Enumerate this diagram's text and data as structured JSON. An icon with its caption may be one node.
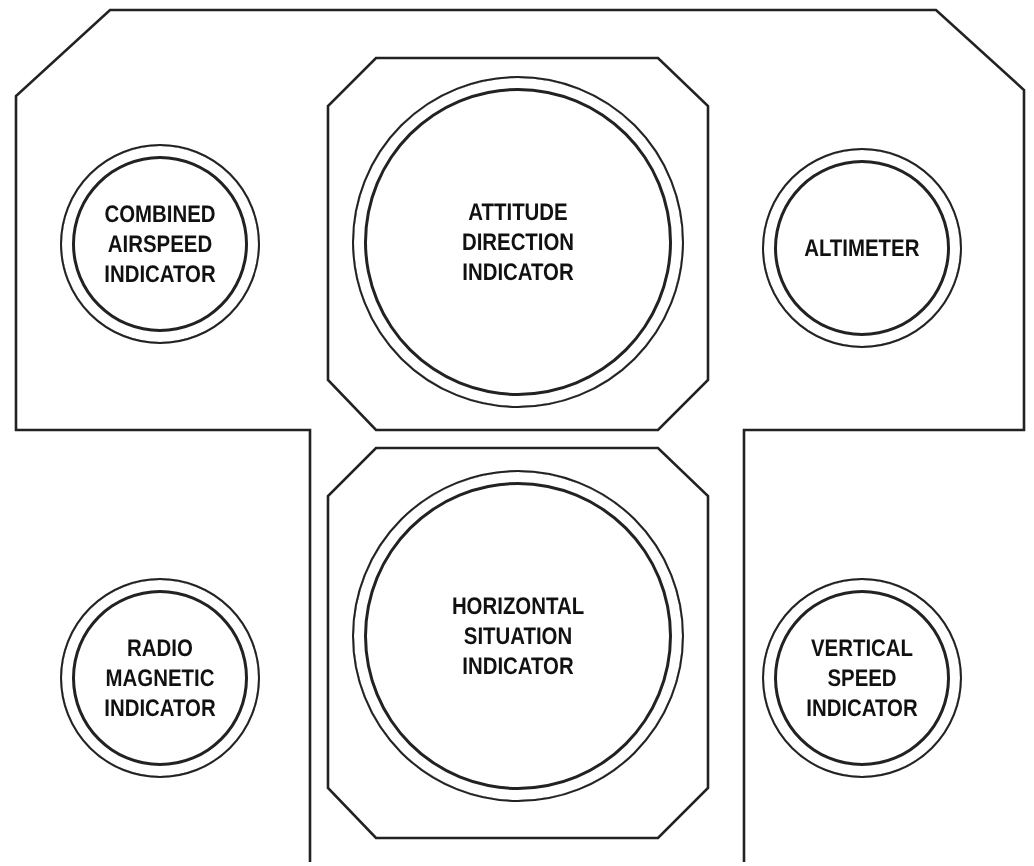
{
  "diagram": {
    "nodes": [
      {
        "text": [
          "COMBINED AIRSPEED INDICATOR"
        ]
      },
      {
        "text": [],
        "shape": "octagon"
      },
      {
        "text": [
          "ATTITUDE DIRECTION INDICATOR"
        ],
        "in": 1
      },
      {
        "text": [
          "ALTIMETER"
        ]
      },
      {
        "text": [
          "RADIO MAGNETIC INDICATOR"
        ]
      },
      {
        "text": [],
        "shape": "octagon"
      },
      {
        "text": [
          "HORIZONTAL SITUATION INDICATOR"
        ],
        "in": 5
      },
      {
        "text": [
          "VERTICAL SPEED INDICATOR"
        ]
      }
    ],
    "edges": []
  }
}
